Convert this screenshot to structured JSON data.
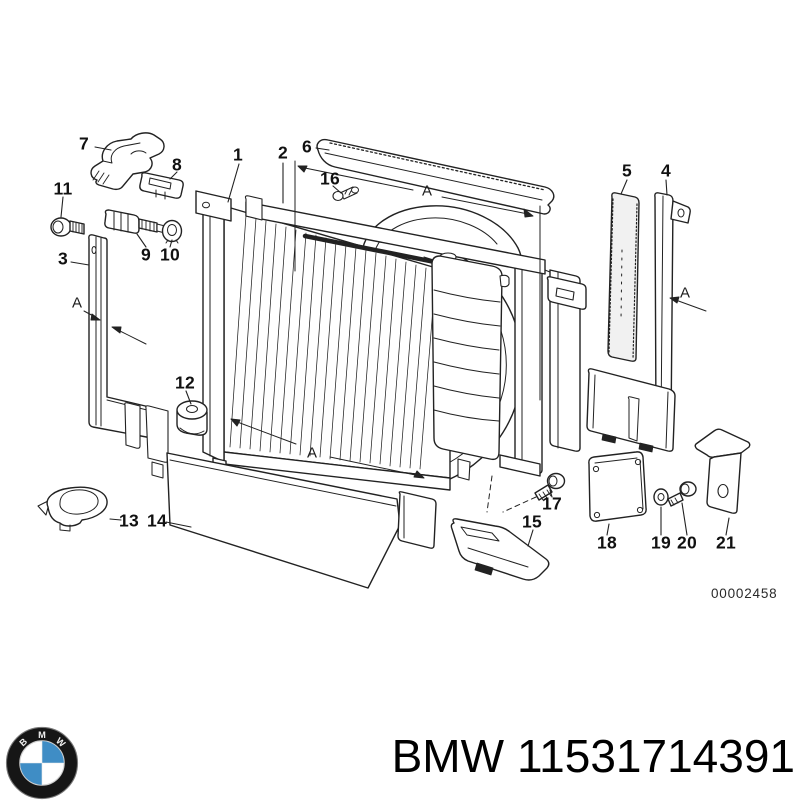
{
  "colors": {
    "background": "#ffffff",
    "line": "#222222",
    "logo_blue": "#3f8dc5"
  },
  "diagram": {
    "code": "00002458",
    "callouts": [
      {
        "label": "1"
      },
      {
        "label": "2"
      },
      {
        "label": "3"
      },
      {
        "label": "4"
      },
      {
        "label": "5"
      },
      {
        "label": "6"
      },
      {
        "label": "7"
      },
      {
        "label": "8"
      },
      {
        "label": "9"
      },
      {
        "label": "10"
      },
      {
        "label": "11"
      },
      {
        "label": "12"
      },
      {
        "label": "13"
      },
      {
        "label": "14"
      },
      {
        "label": "15"
      },
      {
        "label": "16"
      },
      {
        "label": "17"
      },
      {
        "label": "18"
      },
      {
        "label": "19"
      },
      {
        "label": "20"
      },
      {
        "label": "21"
      }
    ],
    "dimension_labels": [
      {
        "label": "A"
      },
      {
        "label": "A"
      },
      {
        "label": "A"
      },
      {
        "label": "A"
      }
    ]
  },
  "footer": {
    "brand": "BMW",
    "part_number": "11531714391",
    "logo_letters": [
      "B",
      "M",
      "W"
    ]
  }
}
